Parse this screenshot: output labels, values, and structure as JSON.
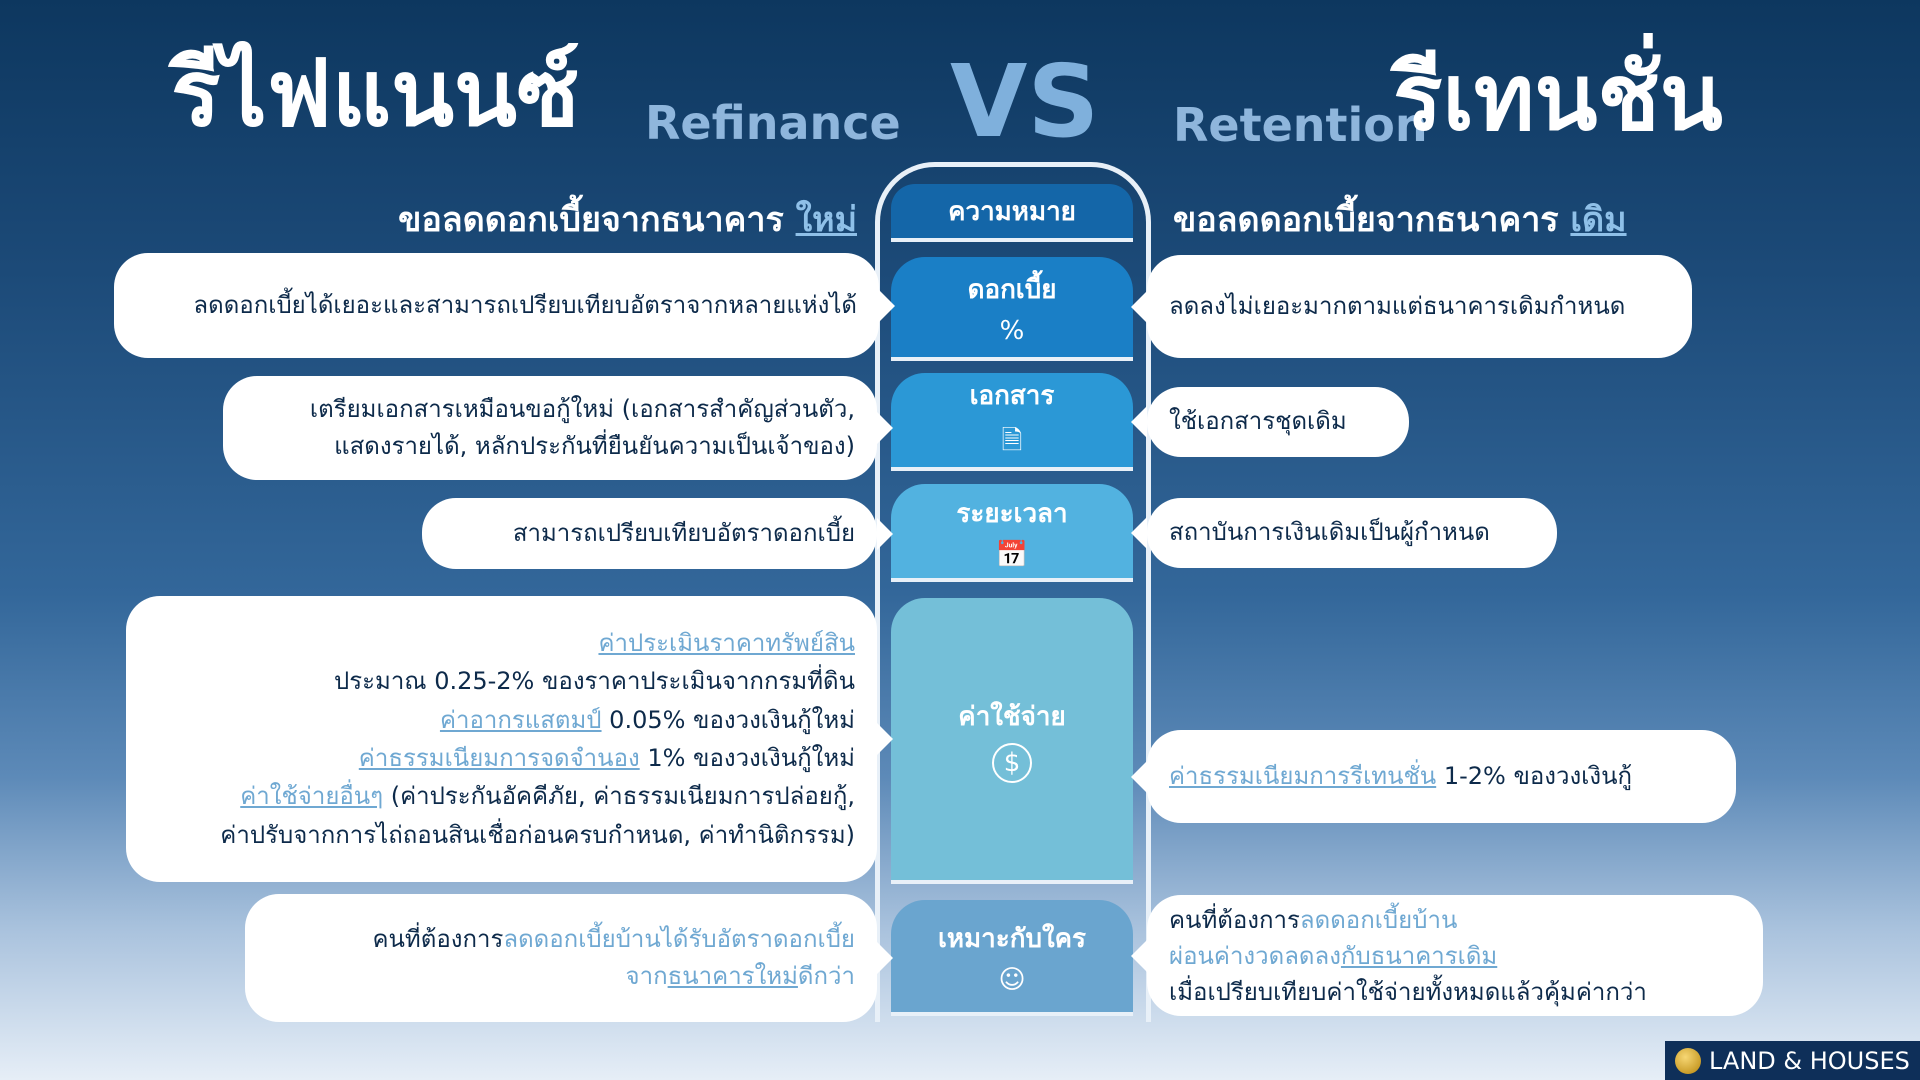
{
  "header": {
    "left_th": "รีไฟแนนซ์",
    "left_en": "Refinance",
    "vs": "VS",
    "right_en": "Retention",
    "right_th": "รีเทนชั่น"
  },
  "subtitles": {
    "left_text": "ขอลดดอกเบี้ยจากธนาคาร ",
    "left_emph": "ใหม่",
    "right_text": "ขอลดดอกเบี้ยจากธนาคาร ",
    "right_emph": "เดิม"
  },
  "column": {
    "header": "ความหมาย",
    "rows": [
      {
        "label": "ดอกเบี้ย",
        "icon": "%"
      },
      {
        "label": "เอกสาร",
        "icon": "document-icon"
      },
      {
        "label": "ระยะเวลา",
        "icon": "calendar-check-icon"
      },
      {
        "label": "ค่าใช้จ่าย",
        "icon": "dollar-icon"
      },
      {
        "label": "เหมาะกับใคร",
        "icon": "person-check-icon"
      }
    ]
  },
  "refinance": {
    "interest": "ลดดอกเบี้ยได้เยอะและสามารถเปรียบเทียบอัตราจากหลายแห่งได้",
    "documents": [
      "เตรียมเอกสารเหมือนขอกู้ใหม่ (เอกสารสำคัญส่วนตัว,",
      "แสดงรายได้, หลักประกันที่ยืนยันความเป็นเจ้าของ)"
    ],
    "time": "สามารถเปรียบเทียบอัตราดอกเบี้ย",
    "costs": {
      "appraisal_label": "ค่าประเมินราคาทรัพย์สิน",
      "appraisal_text": "ประมาณ 0.25-2% ของราคาประเมินจากกรมที่ดิน",
      "stamp_label": "ค่าอากรแสตมป์",
      "stamp_text": " 0.05% ของวงเงินกู้ใหม่",
      "mortgage_label": "ค่าธรรมเนียมการจดจำนอง",
      "mortgage_text": " 1% ของวงเงินกู้ใหม่",
      "other_label": "ค่าใช้จ่ายอื่นๆ",
      "other_text": " (ค่าประกันอัคคีภัย, ค่าธรรมเนียมการปล่อยกู้,",
      "other_text2": "ค่าปรับจากการไถ่ถอนสินเชื่อก่อนครบกำหนด, ค่าทำนิติกรรม)"
    },
    "suitable": {
      "a": "คนที่ต้องการ",
      "b": "ลดดอกเบี้ยบ้านได้รับอัตราดอกเบี้ย",
      "c": "จาก",
      "d": "ธนาคารใหม่",
      "e": "ดีกว่า"
    }
  },
  "retention": {
    "interest": "ลดลงไม่เยอะมากตามแต่ธนาคารเดิมกำหนด",
    "documents": "ใช้เอกสารชุดเดิม",
    "time": "สถาบันการเงินเดิมเป็นผู้กำหนด",
    "costs": {
      "label": "ค่าธรรมเนียมการรีเทนชั่น",
      "text": " 1-2% ของวงเงินกู้"
    },
    "suitable": {
      "a": "คนที่ต้องการ",
      "b": "ลดดอกเบี้ยบ้าน",
      "c": "ผ่อนค่างวดลดลง",
      "d": "กับธนาคารเดิม",
      "e": "เมื่อเปรียบเทียบค่าใช้จ่ายทั้งหมดแล้วคุ้มค่ากว่า"
    }
  },
  "logo": {
    "text": "LAND & HOUSES"
  },
  "colors": {
    "header": "#1466a8",
    "row1": "#1a7fc6",
    "row2": "#2b98d6",
    "row3": "#52b2e0",
    "row4": "#74bfd8",
    "row5": "#6aa5cf",
    "highlight": "#6fa8d2",
    "text": "#0d2a4a"
  }
}
